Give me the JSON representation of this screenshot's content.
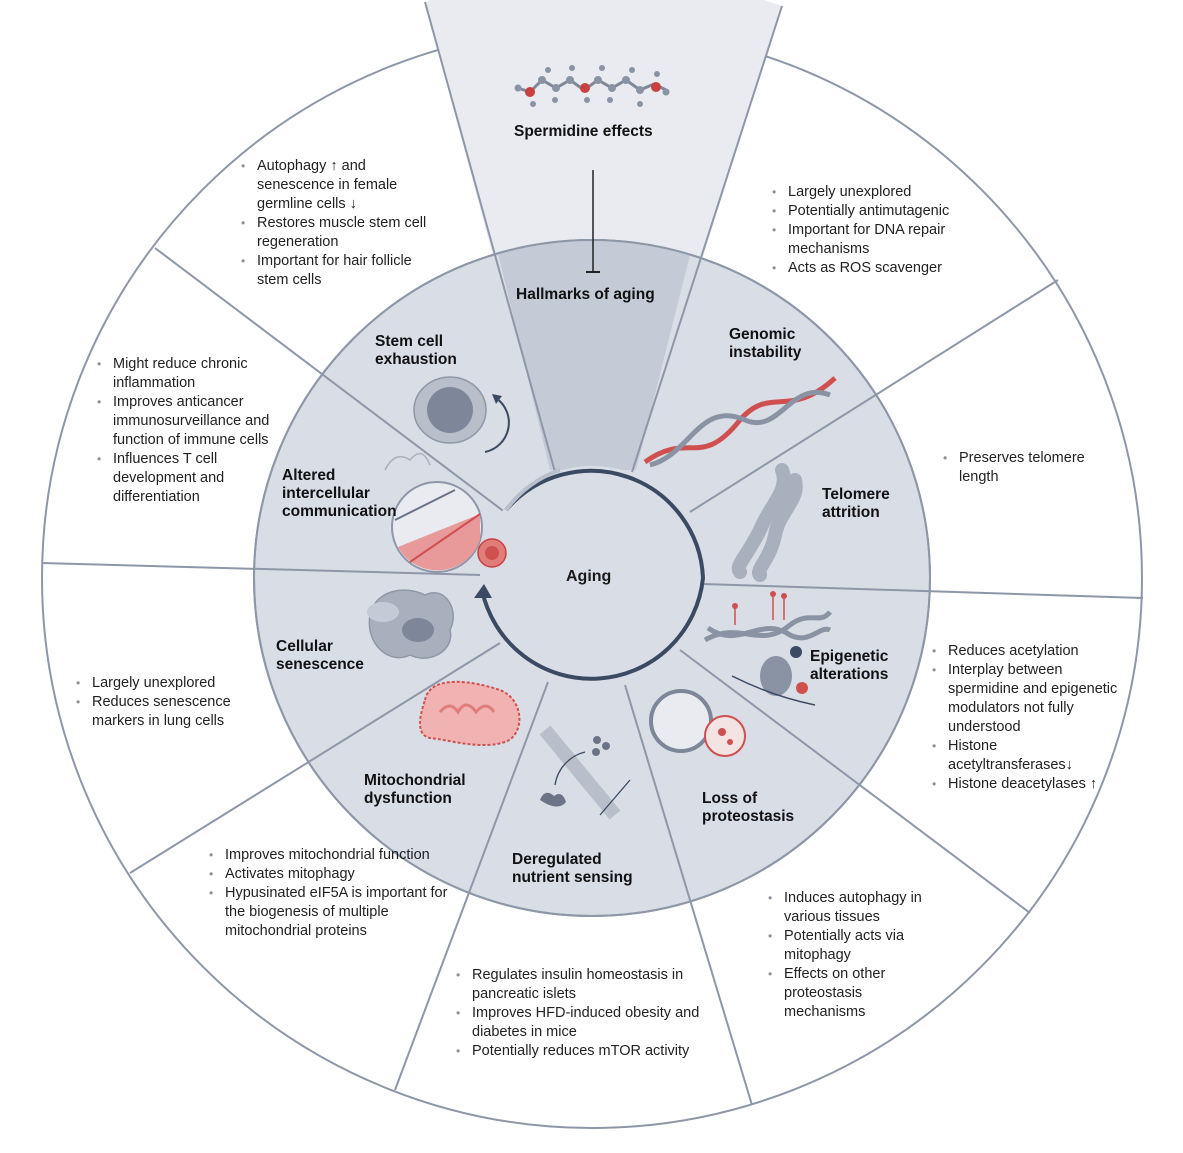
{
  "title": "Spermidine effects",
  "inner_title": "Hallmarks of aging",
  "center": "Aging",
  "colors": {
    "outer_ring": "#ffffff",
    "middle_ring": "#d9dde6",
    "top_wedge_outer": "#e9ebf1",
    "top_wedge_inner": "#c4cad6",
    "spoke": "#8e97a8",
    "arrow": "#3b4a63",
    "accent_red": "#d9534f"
  },
  "hallmarks": [
    {
      "name": "Stem cell exhaustion",
      "lines": [
        "Stem cell",
        "exhaustion"
      ],
      "effects": [
        "Autophagy ↑ and senescence in female germline cells ↓",
        "Restores muscle stem cell regeneration",
        "Important for hair follicle stem cells"
      ]
    },
    {
      "name": "Genomic instability",
      "lines": [
        "Genomic",
        "instability"
      ],
      "effects": [
        "Largely unexplored",
        "Potentially antimutagenic",
        "Important for DNA repair mechanisms",
        "Acts as ROS scavenger"
      ]
    },
    {
      "name": "Telomere attrition",
      "lines": [
        "Telomere",
        "attrition"
      ],
      "effects": [
        "Preserves telomere length"
      ]
    },
    {
      "name": "Epigenetic alterations",
      "lines": [
        "Epigenetic",
        "alterations"
      ],
      "effects": [
        "Reduces acetylation",
        "Interplay between spermidine and epigenetic modulators not fully understood",
        "Histone acetyltransferases↓",
        "Histone deacetylases ↑"
      ]
    },
    {
      "name": "Loss of proteostasis",
      "lines": [
        "Loss of",
        "proteostasis"
      ],
      "effects": [
        "Induces autophagy in various tissues",
        "Potentially acts via mitophagy",
        "Effects on other proteostasis mechanisms"
      ]
    },
    {
      "name": "Deregulated nutrient sensing",
      "lines": [
        "Deregulated",
        "nutrient sensing"
      ],
      "effects": [
        "Regulates insulin homeostasis in pancreatic islets",
        "Improves HFD-induced obesity and diabetes in mice",
        "Potentially reduces mTOR activity"
      ]
    },
    {
      "name": "Mitochondrial dysfunction",
      "lines": [
        "Mitochondrial",
        "dysfunction"
      ],
      "effects": [
        "Improves mitochondrial function",
        "Activates mitophagy",
        "Hypusinated eIF5A is important for the biogenesis of multiple mitochondrial proteins"
      ]
    },
    {
      "name": "Cellular senescence",
      "lines": [
        "Cellular",
        "senescence"
      ],
      "effects": [
        "Largely unexplored",
        "Reduces senescence markers in lung cells"
      ]
    },
    {
      "name": "Altered intercellular communication",
      "lines": [
        "Altered",
        "intercellular",
        "communication"
      ],
      "effects": [
        "Might reduce chronic inflammation",
        "Improves anticancer immunosurveillance and function of immune cells",
        "Influences T cell development and differentiation"
      ]
    }
  ]
}
